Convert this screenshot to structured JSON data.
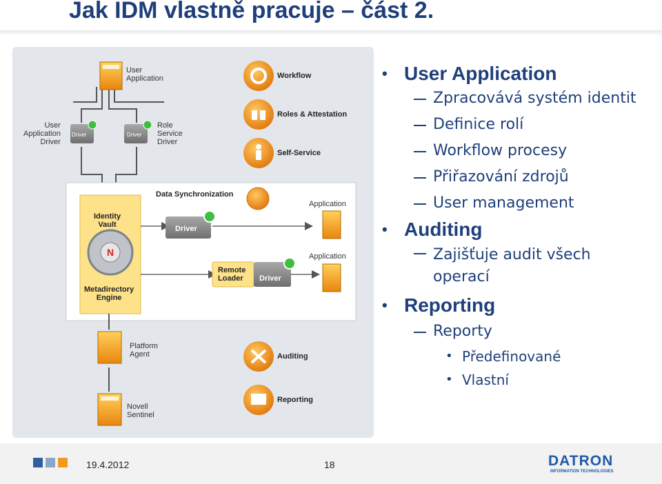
{
  "slide": {
    "title": "Jak IDM vlastně pracuje – část 2."
  },
  "diagram": {
    "labels": {
      "user_application": "User\nApplication",
      "user_app_driver": "User\nApplication\nDriver",
      "role_service_driver": "Role\nService\nDriver",
      "workflow": "Workflow",
      "roles_attestation": "Roles & Attestation",
      "self_service": "Self-Service",
      "data_sync": "Data Synchronization",
      "identity_vault": "Identity\nVault",
      "metadirectory_engine": "Metadirectory\nEngine",
      "application_1": "Application",
      "application_2": "Application",
      "remote_loader": "Remote\nLoader",
      "driver_main": "Driver",
      "driver_remote": "Driver",
      "driver_small_1": "Driver",
      "driver_small_2": "Driver",
      "platform_agent": "Platform\nAgent",
      "novell_sentinel": "Novell\nSentinel",
      "auditing": "Auditing",
      "reporting": "Reporting"
    }
  },
  "bullets": [
    {
      "level": 1,
      "text": "User Application"
    },
    {
      "level": 2,
      "text": "Zpracovává systém identit"
    },
    {
      "level": 2,
      "text": "Definice rolí"
    },
    {
      "level": 2,
      "text": "Workflow procesy"
    },
    {
      "level": 2,
      "text": "Přiřazování zdrojů"
    },
    {
      "level": 2,
      "text": "User management"
    },
    {
      "level": 1,
      "text": "Auditing"
    },
    {
      "level": 2,
      "text": "Zajišťuje audit všech operací"
    },
    {
      "level": 1,
      "text": "Reporting"
    },
    {
      "level": 2,
      "text": "Reporty"
    },
    {
      "level": 3,
      "text": "Předefinované"
    },
    {
      "level": 3,
      "text": "Vlastní"
    }
  ],
  "footer": {
    "date": "19.4.2012",
    "page": "18",
    "logo_text": "DATRON",
    "logo_sub": "INFORMATION TECHNOLOGIES"
  },
  "colors": {
    "title": "#1f3f7a",
    "accent_orange": "#f39a1e",
    "driver_gray": "#8a8a8a",
    "status_green": "#3fbf3f"
  }
}
